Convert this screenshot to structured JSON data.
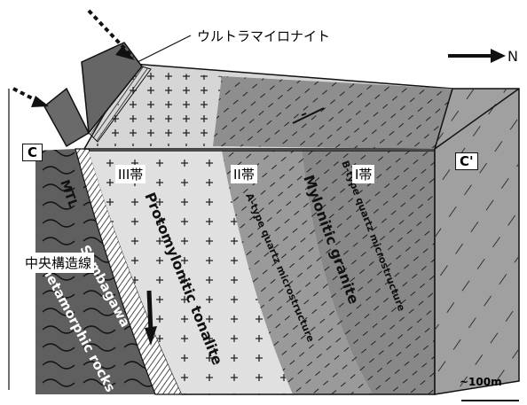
{
  "labels": {
    "ultramylonite": "ウルトラマイロナイト",
    "north": "N",
    "section_start": "C",
    "section_end": "C'",
    "zone3": "III帯",
    "zone2": "II帯",
    "zone1": "I帯",
    "mtl": "MTL",
    "mtl_jp": "中央構造線",
    "sambagawa_line1": "Sambagawa",
    "sambagawa_line2": "metamorphic rocks",
    "protomylonitic": "Protomylonitic tonalite",
    "mylonitic": "Mylonitic granite",
    "a_type": "A-type quartz microstructure",
    "b_type": "B-type quartz microstructure",
    "scale": "~100m"
  },
  "colors": {
    "sambagawa": "#5f5f5f",
    "top_light": "#d6d6d6",
    "zone3_front": "#e0e0e0",
    "zone2_front": "#9a9a9a",
    "zone1_front": "#888888",
    "right_face": "#a0a0a0",
    "hanging_block": "#666666"
  }
}
